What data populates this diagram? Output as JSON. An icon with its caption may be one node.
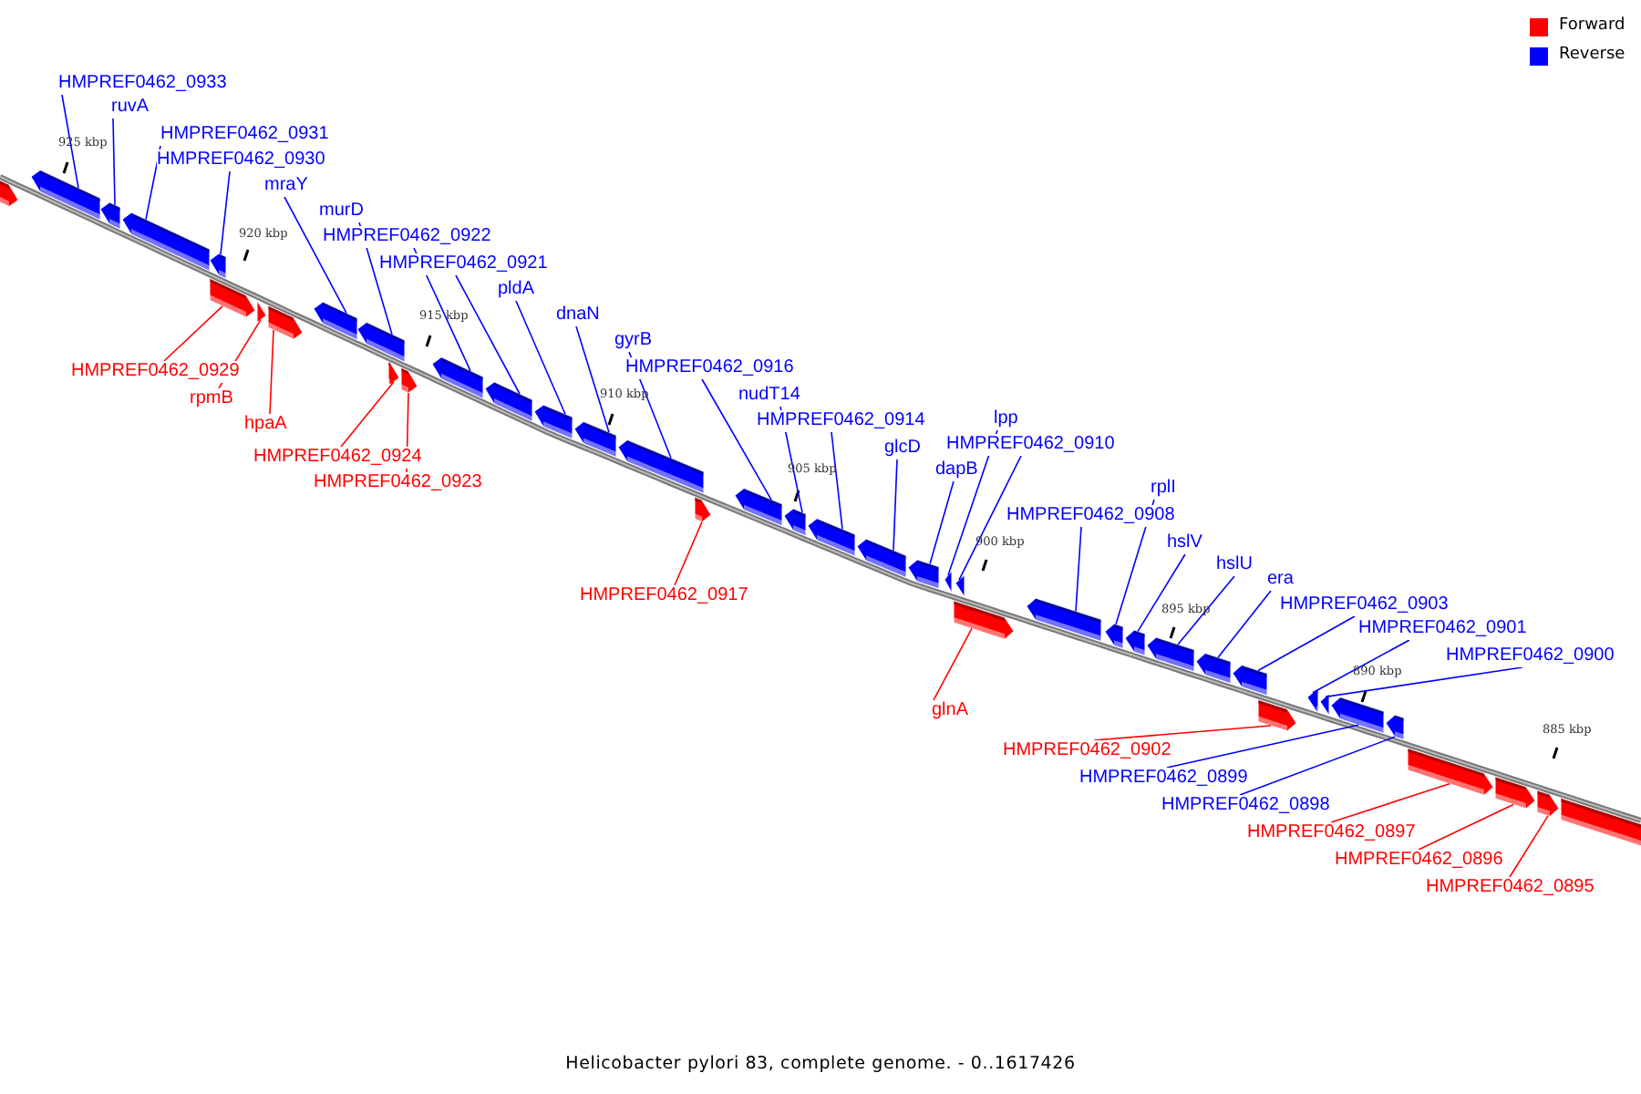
{
  "diagram": {
    "caption": "Helicobacter pylori 83, complete genome. - 0..1617426",
    "nodes": [
      {
        "text": [
          "HMPREF0462_0933"
        ]
      },
      {
        "text": [
          "ruvA"
        ]
      },
      {
        "text": [
          "HMPREF0462_0931"
        ]
      },
      {
        "text": [
          "HMPREF0462_0930"
        ]
      },
      {
        "text": [
          "mraY"
        ]
      },
      {
        "text": [
          "murD"
        ]
      },
      {
        "text": [
          "HMPREF0462_0922"
        ]
      },
      {
        "text": [
          "HMPREF0462_0921"
        ]
      },
      {
        "text": [
          "pldA"
        ]
      },
      {
        "text": [
          "dnaN"
        ]
      },
      {
        "text": [
          "gyrB"
        ]
      },
      {
        "text": [
          "HMPREF0462_0916"
        ]
      },
      {
        "text": [
          "nudT14"
        ]
      },
      {
        "text": [
          "HMPREF0462_0914"
        ]
      },
      {
        "text": [
          "glcD"
        ]
      },
      {
        "text": [
          "lpp"
        ]
      },
      {
        "text": [
          "HMPREF0462_0910"
        ]
      },
      {
        "text": [
          "dapB"
        ]
      },
      {
        "text": [
          "HMPREF0462_0908"
        ]
      },
      {
        "text": [
          "rplI"
        ]
      },
      {
        "text": [
          "hslV"
        ]
      },
      {
        "text": [
          "hslU"
        ]
      },
      {
        "text": [
          "era"
        ]
      },
      {
        "text": [
          "HMPREF0462_0903"
        ]
      },
      {
        "text": [
          "HMPREF0462_0901"
        ]
      },
      {
        "text": [
          "HMPREF0462_0900"
        ]
      },
      {
        "text": [
          "HMPREF0462_0929"
        ]
      },
      {
        "text": [
          "rpmB"
        ]
      },
      {
        "text": [
          "hpaA"
        ]
      },
      {
        "text": [
          "HMPREF0462_0924"
        ]
      },
      {
        "text": [
          "HMPREF0462_0923"
        ]
      },
      {
        "text": [
          "HMPREF0462_0917"
        ]
      },
      {
        "text": [
          "glnA"
        ]
      },
      {
        "text": [
          "HMPREF0462_0902"
        ]
      },
      {
        "text": [
          "HMPREF0462_0899"
        ]
      },
      {
        "text": [
          "HMPREF0462_0898"
        ]
      },
      {
        "text": [
          "HMPREF0462_0897"
        ]
      },
      {
        "text": [
          "HMPREF0462_0896"
        ]
      },
      {
        "text": [
          "HMPREF0462_0895"
        ]
      },
      {
        "text": [],
        "shape": "arrow"
      },
      {
        "text": [],
        "shape": "arrow"
      },
      {
        "text": [],
        "shape": "arrow"
      },
      {
        "text": [],
        "shape": "arrow"
      },
      {
        "text": [],
        "shape": "arrow"
      },
      {
        "text": [],
        "shape": "arrow"
      },
      {
        "text": [],
        "shape": "arrow"
      },
      {
        "text": [],
        "shape": "arrow"
      },
      {
        "text": [],
        "shape": "arrow"
      },
      {
        "text": [],
        "shape": "arrow"
      },
      {
        "text": [],
        "shape": "arrow"
      },
      {
        "text": [],
        "shape": "arrow"
      },
      {
        "text": [],
        "shape": "arrow"
      },
      {
        "text": [],
        "shape": "arrow"
      },
      {
        "text": [],
        "shape": "arrow"
      },
      {
        "text": [],
        "shape": "arrow"
      },
      {
        "text": [],
        "shape": "arrow"
      },
      {
        "text": [],
        "shape": "arrow"
      },
      {
        "text": [],
        "shape": "arrow"
      },
      {
        "text": [],
        "shape": "arrow"
      },
      {
        "text": [],
        "shape": "arrow"
      },
      {
        "text": [],
        "shape": "arrow"
      },
      {
        "text": [],
        "shape": "arrow"
      },
      {
        "text": [],
        "shape": "arrow"
      },
      {
        "text": [],
        "shape": "arrow"
      },
      {
        "text": [],
        "shape": "arrow"
      },
      {
        "text": [],
        "shape": "arrow"
      },
      {
        "text": [],
        "shape": "arrow"
      },
      {
        "text": [],
        "shape": "arrow"
      },
      {
        "text": [],
        "shape": "arrow"
      },
      {
        "text": [],
        "shape": "arrow"
      },
      {
        "text": [],
        "shape": "arrow"
      },
      {
        "text": [],
        "shape": "arrow"
      },
      {
        "text": [],
        "shape": "arrow"
      },
      {
        "text": [],
        "shape": "arrow"
      },
      {
        "text": [],
        "shape": "arrow"
      },
      {
        "text": [],
        "shape": "arrow"
      },
      {
        "text": [],
        "shape": "arrow"
      },
      {
        "text": [],
        "shape": "arrow"
      },
      {
        "text": [],
        "shape": "arrow"
      },
      {
        "text": [],
        "shape": "arrow"
      }
    ],
    "edges": [
      {
        "from": 0,
        "to": 40,
        "arrow": "none"
      },
      {
        "from": 1,
        "to": 41,
        "arrow": "none"
      },
      {
        "from": 2,
        "to": 42,
        "arrow": "none"
      },
      {
        "from": 3,
        "to": 43,
        "arrow": "none"
      },
      {
        "from": 4,
        "to": 47,
        "arrow": "none"
      },
      {
        "from": 5,
        "to": 48,
        "arrow": "none"
      },
      {
        "from": 6,
        "to": 51,
        "arrow": "none"
      },
      {
        "from": 7,
        "to": 52,
        "arrow": "none"
      },
      {
        "from": 8,
        "to": 53,
        "arrow": "none"
      },
      {
        "from": 9,
        "to": 54,
        "arrow": "none"
      },
      {
        "from": 10,
        "to": 55,
        "arrow": "none"
      },
      {
        "from": 11,
        "to": 57,
        "arrow": "none"
      },
      {
        "from": 12,
        "to": 58,
        "arrow": "none"
      },
      {
        "from": 13,
        "to": 59,
        "arrow": "none"
      },
      {
        "from": 14,
        "to": 60,
        "arrow": "none"
      },
      {
        "from": 15,
        "to": 62,
        "arrow": "none"
      },
      {
        "from": 16,
        "to": 63,
        "arrow": "none"
      },
      {
        "from": 17,
        "to": 61,
        "arrow": "none"
      },
      {
        "from": 18,
        "to": 65,
        "arrow": "none"
      },
      {
        "from": 19,
        "to": 66,
        "arrow": "none"
      },
      {
        "from": 20,
        "to": 67,
        "arrow": "none"
      },
      {
        "from": 21,
        "to": 68,
        "arrow": "none"
      },
      {
        "from": 22,
        "to": 69,
        "arrow": "none"
      },
      {
        "from": 23,
        "to": 70,
        "arrow": "none"
      },
      {
        "from": 24,
        "to": 72,
        "arrow": "none"
      },
      {
        "from": 25,
        "to": 73,
        "arrow": "none"
      },
      {
        "from": 26,
        "to": 44,
        "arrow": "none",
        "color": "#ff0000"
      },
      {
        "from": 27,
        "to": 45,
        "arrow": "none",
        "color": "#ff0000"
      },
      {
        "from": 28,
        "to": 46,
        "arrow": "none",
        "color": "#ff0000"
      },
      {
        "from": 29,
        "to": 49,
        "arrow": "none",
        "color": "#ff0000"
      },
      {
        "from": 30,
        "to": 50,
        "arrow": "none",
        "color": "#ff0000"
      },
      {
        "from": 31,
        "to": 56,
        "arrow": "none",
        "color": "#ff0000"
      },
      {
        "from": 32,
        "to": 64,
        "arrow": "none",
        "color": "#ff0000"
      },
      {
        "from": 33,
        "to": 71,
        "arrow": "none",
        "color": "#ff0000"
      },
      {
        "from": 34,
        "to": 74,
        "arrow": "none"
      },
      {
        "from": 35,
        "to": 75,
        "arrow": "none"
      },
      {
        "from": 36,
        "to": 76,
        "arrow": "none",
        "color": "#ff0000"
      },
      {
        "from": 37,
        "to": 77,
        "arrow": "none",
        "color": "#ff0000"
      },
      {
        "from": 38,
        "to": 78,
        "arrow": "none",
        "color": "#ff0000"
      }
    ],
    "labels": [
      "925 kbp",
      "920 kbp",
      "915 kbp",
      "910 kbp",
      "905 kbp",
      "900 kbp",
      "895 kbp",
      "890 kbp",
      "885 kbp"
    ],
    "legend": [
      {
        "text": "Forward",
        "color": "#ff0000"
      },
      {
        "text": "Reverse",
        "color": "#0000ff"
      }
    ]
  }
}
